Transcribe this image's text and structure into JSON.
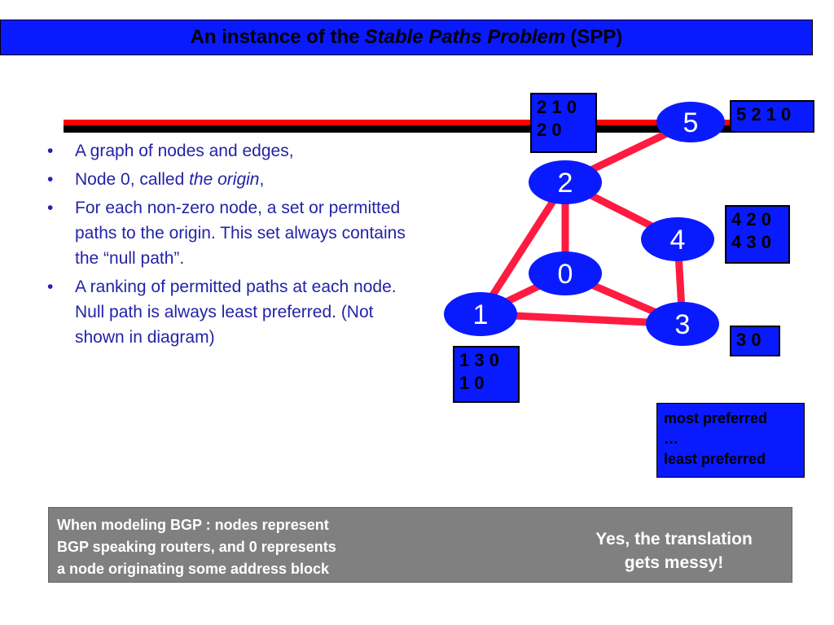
{
  "title": {
    "prefix": "An instance of the",
    "italic": "Stable Paths Problem",
    "suffix": "(SPP)"
  },
  "bullets": [
    {
      "text": "A graph of nodes and edges,"
    },
    {
      "before": "Node 0, called ",
      "italic": "the origin",
      "after": ","
    },
    {
      "text": "For each non-zero node, a set or permitted paths to  the origin.  This set always contains the “null path”."
    },
    {
      "text": "A ranking of permitted paths at each node. Null path is always least preferred. (Not shown in diagram)"
    }
  ],
  "graph": {
    "nodes": [
      {
        "id": "0",
        "label": "0"
      },
      {
        "id": "1",
        "label": "1"
      },
      {
        "id": "2",
        "label": "2"
      },
      {
        "id": "3",
        "label": "3"
      },
      {
        "id": "4",
        "label": "4"
      },
      {
        "id": "5",
        "label": "5"
      }
    ],
    "edges": [
      [
        "5",
        "2"
      ],
      [
        "2",
        "0"
      ],
      [
        "2",
        "1"
      ],
      [
        "2",
        "4"
      ],
      [
        "4",
        "3"
      ],
      [
        "0",
        "1"
      ],
      [
        "0",
        "3"
      ],
      [
        "1",
        "3"
      ]
    ],
    "colors": {
      "edge": "#ff1a40",
      "node": "#0a1aff",
      "box": "#0a1aff"
    }
  },
  "path_sets": {
    "node2": [
      "2 1 0",
      "2 0"
    ],
    "node5": [
      "5 2 1 0"
    ],
    "node4": [
      "4 2 0",
      "4 3 0"
    ],
    "node3": [
      "3 0"
    ],
    "node1": [
      "1 3 0",
      "1 0"
    ]
  },
  "legend": {
    "top": "most preferred",
    "middle": "…",
    "bottom": "least preferred"
  },
  "note": {
    "left": [
      "When modeling BGP : nodes represent",
      "BGP speaking routers, and 0 represents",
      "a node originating some address block"
    ],
    "right": [
      "Yes, the translation",
      "gets messy!"
    ]
  }
}
